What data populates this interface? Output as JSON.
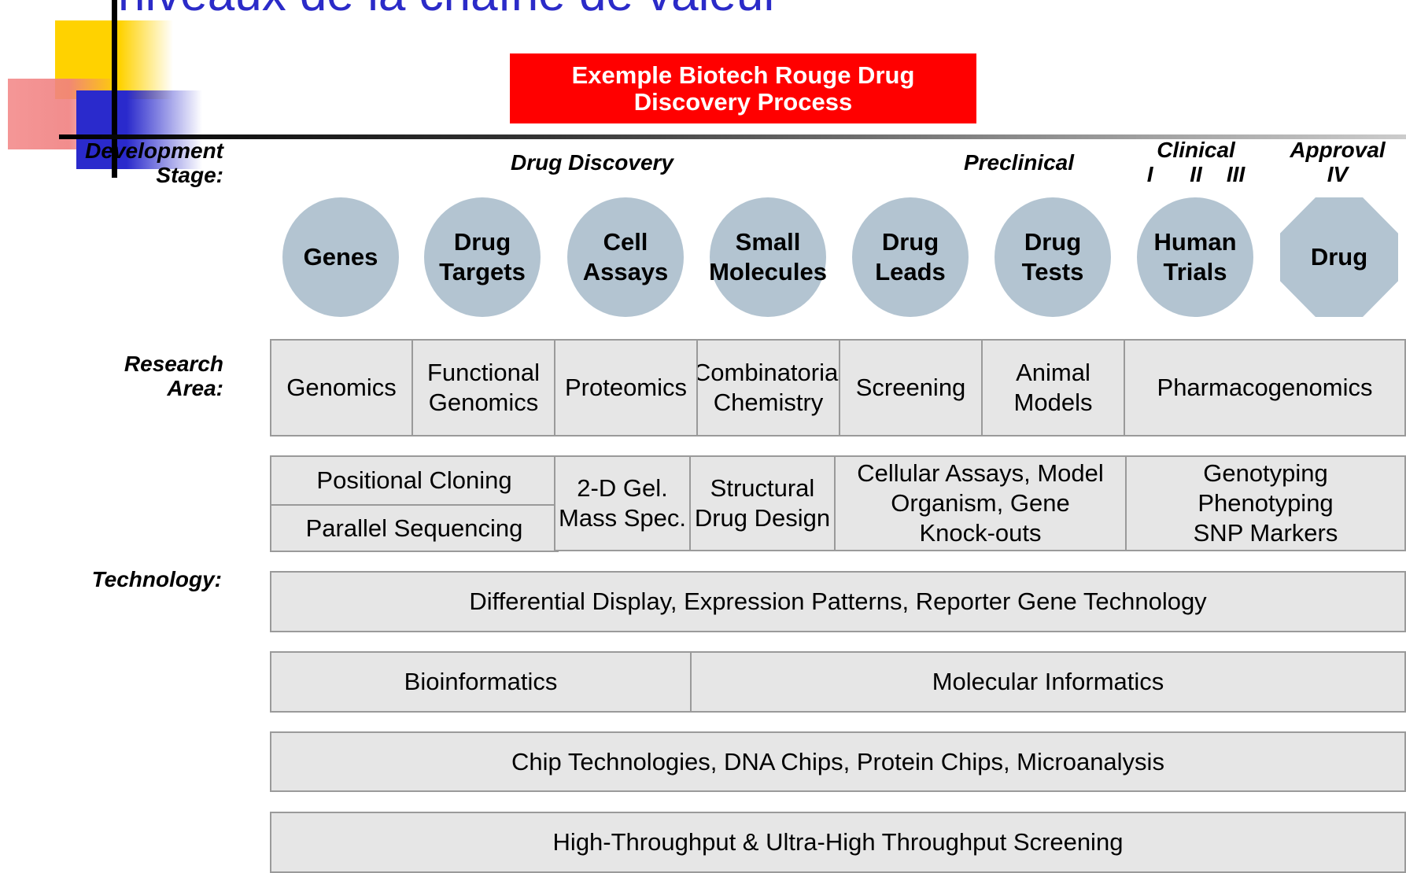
{
  "slide": {
    "title": "niveaux de la chaîne de valeur"
  },
  "banner": {
    "line1": "Exemple Biotech Rouge Drug",
    "line2": "Discovery Process"
  },
  "labels": {
    "development_stage": "Development\nStage:",
    "research_area": "Research\nArea:",
    "technology": "Technology:"
  },
  "stages": {
    "drug_discovery": "Drug Discovery",
    "preclinical": "Preclinical",
    "clinical": "Clinical",
    "clinical_phases": "I      II    III",
    "approval": "Approval",
    "approval_phase": "IV"
  },
  "circles": [
    {
      "text": "Genes"
    },
    {
      "text": "Drug\nTargets"
    },
    {
      "text": "Cell\nAssays"
    },
    {
      "text": "Small\nMolecules"
    },
    {
      "text": "Drug\nLeads"
    },
    {
      "text": "Drug\nTests"
    },
    {
      "text": "Human\nTrials"
    }
  ],
  "final_node": {
    "text": "Drug"
  },
  "research_areas": [
    "Genomics",
    "Functional\nGenomics",
    "Proteomics",
    "Combinatorial\nChemistry",
    "Screening",
    "Animal\nModels",
    "Pharmacogenomics"
  ],
  "technologies": {
    "positional_cloning": "Positional Cloning",
    "parallel_sequencing": "Parallel Sequencing",
    "gel_mass_spec": "2-D Gel.\nMass Spec.",
    "structural_drug_design": "Structural\nDrug Design",
    "cellular_assays": "Cellular Assays, Model\nOrganism, Gene\nKnock-outs",
    "genotyping": "Genotyping\nPhenotyping\nSNP Markers",
    "differential_display": "Differential Display, Expression Patterns, Reporter Gene Technology",
    "bioinformatics": "Bioinformatics",
    "molecular_informatics": "Molecular Informatics",
    "chip_technologies": "Chip Technologies, DNA Chips, Protein Chips, Microanalysis",
    "high_throughput": "High-Throughput & Ultra-High Throughput Screening"
  },
  "colors": {
    "banner": "#ff0000",
    "title": "#2b2bc8",
    "node": "#b3c4d1",
    "box": "#e6e6e6"
  }
}
